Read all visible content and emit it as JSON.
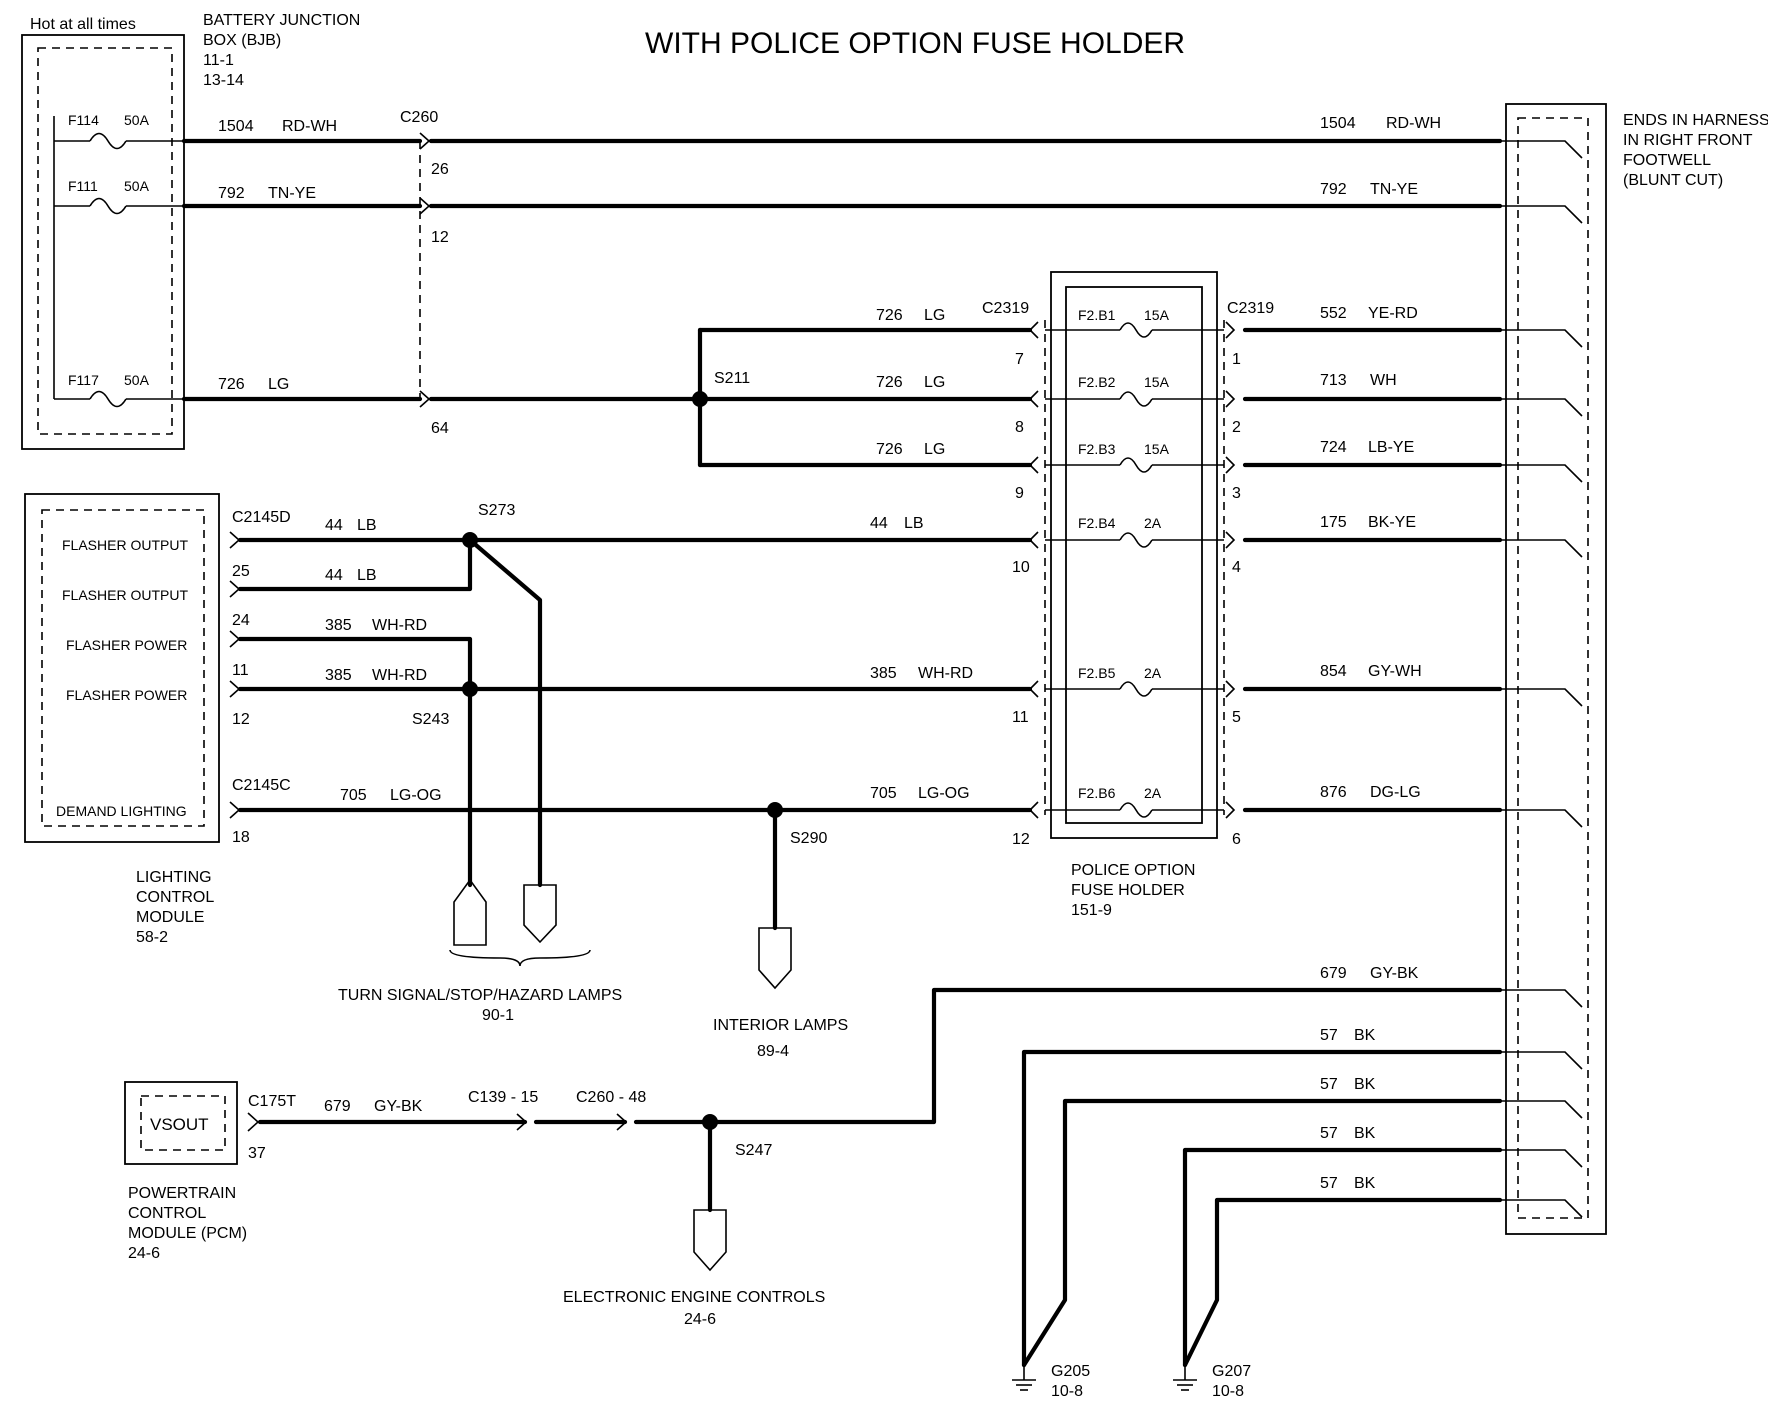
{
  "title": "WITH POLICE OPTION FUSE HOLDER",
  "bjb": {
    "hot_label": "Hot at all times",
    "name_line1": "BATTERY  JUNCTION",
    "name_line2": "BOX (BJB)",
    "ref1": "11-1",
    "ref2": "13-14",
    "fuses": [
      {
        "id": "F114",
        "rating": "50A"
      },
      {
        "id": "F111",
        "rating": "50A"
      },
      {
        "id": "F117",
        "rating": "50A"
      }
    ]
  },
  "c260": {
    "label": "C260",
    "pins": [
      "26",
      "12",
      "64"
    ]
  },
  "top_wires": [
    {
      "circuit": "1504",
      "color": "RD-WH"
    },
    {
      "circuit": "792",
      "color": "TN-YE"
    },
    {
      "circuit": "726",
      "color": "LG"
    }
  ],
  "right_top_wires": [
    {
      "circuit": "1504",
      "color": "RD-WH"
    },
    {
      "circuit": "792",
      "color": "TN-YE"
    }
  ],
  "harness_end": {
    "line1": "ENDS IN HARNESS",
    "line2": "IN RIGHT FRONT",
    "line3": "FOOTWELL",
    "line4": "(BLUNT CUT)"
  },
  "splices": {
    "s211": "S211",
    "s273": "S273",
    "s243": "S243",
    "s290": "S290",
    "s247": "S247"
  },
  "fuse_holder": {
    "conn_left": "C2319",
    "conn_right": "C2319",
    "name_line1": "POLICE OPTION",
    "name_line2": "FUSE HOLDER",
    "ref": "151-9",
    "fuses": [
      {
        "id": "F2.B1",
        "rating": "15A",
        "pin_in": "7",
        "pin_out": "1",
        "in_circuit": "726",
        "in_color": "LG",
        "out_circuit": "552",
        "out_color": "YE-RD"
      },
      {
        "id": "F2.B2",
        "rating": "15A",
        "pin_in": "8",
        "pin_out": "2",
        "in_circuit": "726",
        "in_color": "LG",
        "out_circuit": "713",
        "out_color": "WH"
      },
      {
        "id": "F2.B3",
        "rating": "15A",
        "pin_in": "9",
        "pin_out": "3",
        "in_circuit": "726",
        "in_color": "LG",
        "out_circuit": "724",
        "out_color": "LB-YE"
      },
      {
        "id": "F2.B4",
        "rating": "2A",
        "pin_in": "10",
        "pin_out": "4",
        "in_circuit": "44",
        "in_color": "LB",
        "out_circuit": "175",
        "out_color": "BK-YE"
      },
      {
        "id": "F2.B5",
        "rating": "2A",
        "pin_in": "11",
        "pin_out": "5",
        "in_circuit": "385",
        "in_color": "WH-RD",
        "out_circuit": "854",
        "out_color": "GY-WH"
      },
      {
        "id": "F2.B6",
        "rating": "2A",
        "pin_in": "12",
        "pin_out": "6",
        "in_circuit": "705",
        "in_color": "LG-OG",
        "out_circuit": "876",
        "out_color": "DG-LG"
      }
    ]
  },
  "lcm": {
    "conn_top": "C2145D",
    "conn_bottom": "C2145C",
    "name_line1": "LIGHTING",
    "name_line2": "CONTROL",
    "name_line3": "MODULE",
    "ref": "58-2",
    "outputs": [
      {
        "label": "FLASHER OUTPUT",
        "pin": "25"
      },
      {
        "label": "FLASHER OUTPUT",
        "pin": "24"
      },
      {
        "label": "FLASHER POWER",
        "pin": "11"
      },
      {
        "label": "FLASHER POWER",
        "pin": "12"
      },
      {
        "label": "DEMAND LIGHTING",
        "pin": "18"
      }
    ],
    "wires": [
      {
        "circuit": "44",
        "color": "LB"
      },
      {
        "circuit": "44",
        "color": "LB"
      },
      {
        "circuit": "385",
        "color": "WH-RD"
      },
      {
        "circuit": "385",
        "color": "WH-RD"
      },
      {
        "circuit": "705",
        "color": "LG-OG"
      }
    ]
  },
  "turn_lamps": {
    "label": "TURN SIGNAL/STOP/HAZARD LAMPS",
    "ref": "90-1"
  },
  "interior_lamps": {
    "label": "INTERIOR LAMPS",
    "ref": "89-4"
  },
  "pcm": {
    "inner": "VSOUT",
    "conn": "C175T",
    "pin": "37",
    "name_line1": "POWERTRAIN",
    "name_line2": "CONTROL",
    "name_line3": "MODULE (PCM)",
    "ref": "24-6",
    "wire_circuit": "679",
    "wire_color": "GY-BK",
    "inline1": "C139  -  15",
    "inline2": "C260  -  48"
  },
  "eec": {
    "label": "ELECTRONIC ENGINE CONTROLS",
    "ref": "24-6"
  },
  "lower_right_wires": [
    {
      "circuit": "679",
      "color": "GY-BK"
    },
    {
      "circuit": "57",
      "color": "BK"
    },
    {
      "circuit": "57",
      "color": "BK"
    },
    {
      "circuit": "57",
      "color": "BK"
    },
    {
      "circuit": "57",
      "color": "BK"
    }
  ],
  "grounds": [
    {
      "id": "G205",
      "ref": "10-8"
    },
    {
      "id": "G207",
      "ref": "10-8"
    }
  ]
}
